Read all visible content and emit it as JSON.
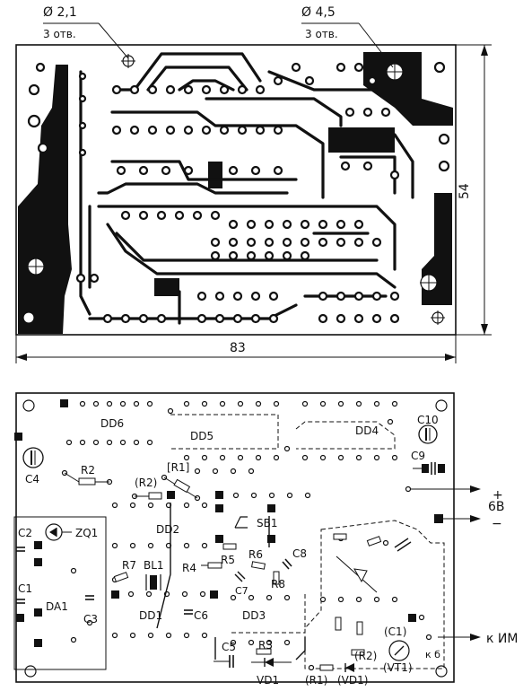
{
  "dimensions": {
    "width": "83",
    "height": "54"
  },
  "hole_callouts": [
    {
      "diameter": "Ø 2,1",
      "count": "3 отв."
    },
    {
      "diameter": "Ø 4,5",
      "count": "3 отв."
    }
  ],
  "chips": [
    "DD6",
    "DD5",
    "DD4",
    "DD2",
    "DD1",
    "DD3",
    "DA1"
  ],
  "components": {
    "resistors": [
      "R2",
      "[R1]",
      "(R2)",
      "R7",
      "R4",
      "R5",
      "R6",
      "R8",
      "R3",
      "(R2)",
      "(R1)"
    ],
    "capacitors": [
      "C10",
      "C9",
      "C4",
      "C2",
      "C1",
      "C3",
      "C6",
      "C7",
      "C8",
      "C5",
      "(C1)"
    ],
    "other": [
      "SB1",
      "ZQ1",
      "BL1",
      "VD1",
      "(VD1)",
      "(VT1)"
    ]
  },
  "connectors": {
    "power_label": "6В",
    "plus": "+",
    "minus": "−",
    "output_label": "к ИМ",
    "transistor_pins": "к б"
  }
}
